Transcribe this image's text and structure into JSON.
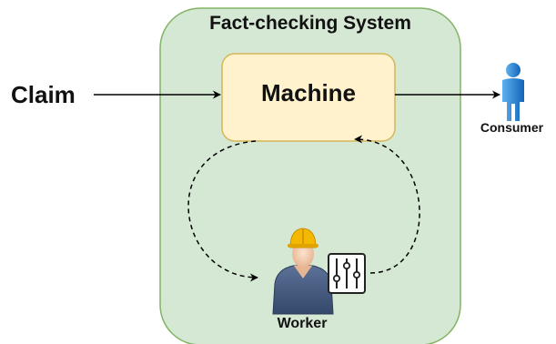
{
  "diagram": {
    "system_title": "Fact-checking System",
    "input_label": "Claim",
    "machine_label": "Machine",
    "consumer_label": "Consumer",
    "worker_label": "Worker",
    "colors": {
      "system_fill": "#d5e8d4",
      "system_stroke": "#82b366",
      "machine_fill": "#fff2cc",
      "machine_stroke": "#d6b656",
      "arrow": "#000000",
      "consumer_blue": "#1f7fd6",
      "worker_helmet": "#f5b800",
      "worker_shirt": "#4a5f80"
    },
    "icons": [
      "consumer-person-icon",
      "worker-person-icon",
      "adjustment-sliders-icon"
    ],
    "edges": [
      {
        "from": "Claim",
        "to": "Machine",
        "style": "solid"
      },
      {
        "from": "Machine",
        "to": "Consumer",
        "style": "solid"
      },
      {
        "from": "Machine",
        "to": "Worker",
        "style": "dashed"
      },
      {
        "from": "Worker",
        "to": "Machine",
        "style": "dashed"
      }
    ]
  }
}
